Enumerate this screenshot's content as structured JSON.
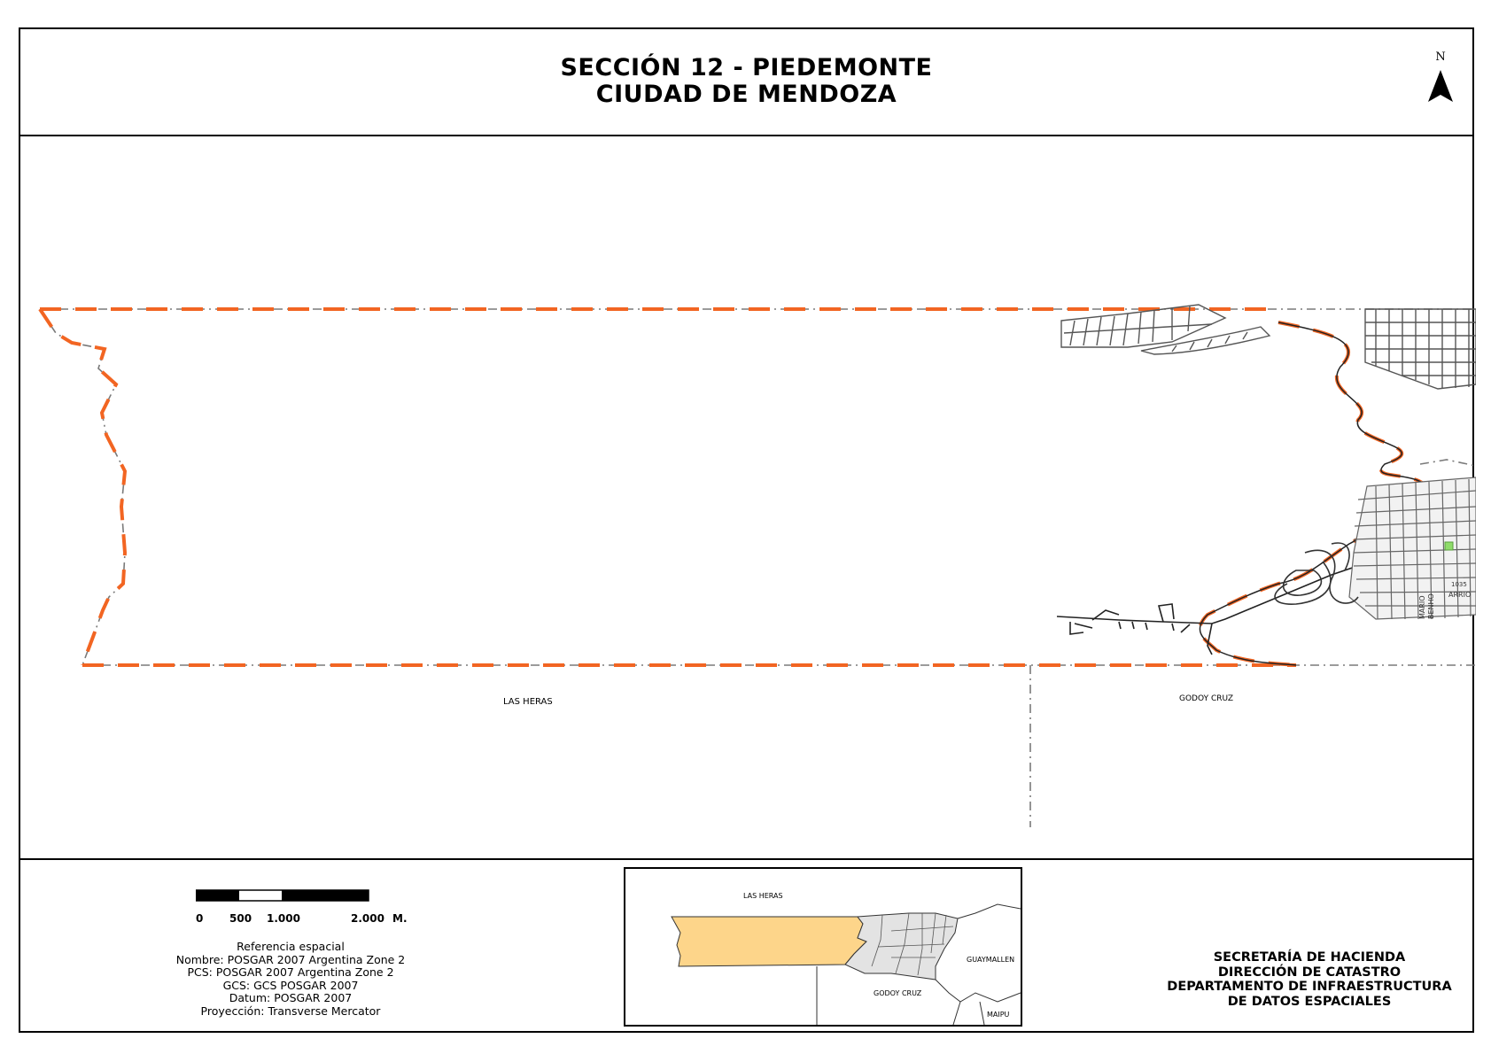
{
  "header": {
    "title_line1": "SECCIÓN 12 - PIEDEMONTE",
    "title_line2": "CIUDAD DE MENDOZA",
    "north_label": "N",
    "north_icon": "north-arrow-icon"
  },
  "map": {
    "labels": {
      "las_heras": "LAS HERAS",
      "godoy_cruz": "GODOY CRUZ"
    },
    "street_labels": [
      "MARIO",
      "BENHO",
      "ARRIO",
      "1035"
    ],
    "colors": {
      "section_boundary": "#f26522",
      "department_boundary": "#7a7a7a",
      "streets": "#555555",
      "park": "#8fdc6a"
    }
  },
  "footer": {
    "scale": {
      "labels": [
        "0",
        "500",
        "1.000",
        "2.000"
      ],
      "unit": "M."
    },
    "reference": {
      "title": "Referencia espacial",
      "lines": [
        "Nombre: POSGAR 2007 Argentina Zone 2",
        "PCS: POSGAR 2007 Argentina Zone 2",
        "GCS: GCS POSGAR 2007",
        "Datum: POSGAR 2007",
        "Proyección: Transverse Mercator"
      ]
    },
    "inset": {
      "labels": {
        "las_heras": "LAS HERAS",
        "guaymallen": "GUAYMALLEN",
        "godoy_cruz": "GODOY CRUZ",
        "maipu": "MAIPU"
      },
      "colors": {
        "highlight": "#fdd58a",
        "city": "#e3e3e3"
      }
    },
    "agency": {
      "lines": [
        "SECRETARÍA DE HACIENDA",
        "DIRECCIÓN DE CATASTRO",
        "DEPARTAMENTO DE INFRAESTRUCTURA",
        "DE DATOS ESPACIALES"
      ]
    }
  }
}
